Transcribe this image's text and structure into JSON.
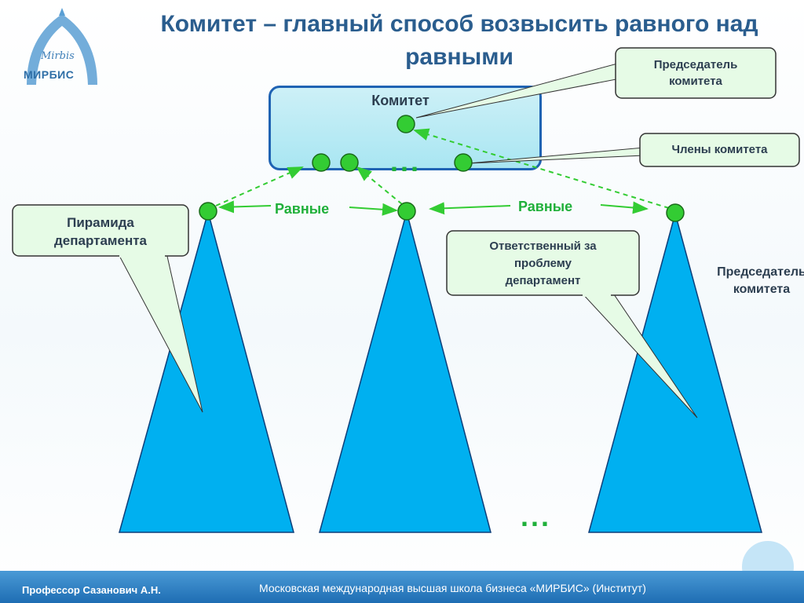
{
  "title": "Комитет – главный способ возвысить равного над равными",
  "logo": {
    "script": "Mirbis",
    "name": "МИРБИС"
  },
  "committee": {
    "label": "Комитет",
    "dots": "..."
  },
  "callouts": {
    "chairman": [
      "Председатель",
      "комитета"
    ],
    "members": "Члены комитета",
    "pyramid": [
      "Пирамида",
      "департамента"
    ],
    "responsible": [
      "Ответственный за",
      "проблему",
      "департамент"
    ]
  },
  "peers_label_left": "Равные",
  "peers_label_right": "Равные",
  "side_label": [
    "Председатель",
    "комитета"
  ],
  "bottom_dots": "...",
  "footer": {
    "author": "Профессор Сазанович А.Н.",
    "school": "Московская международная высшая школа бизнеса «МИРБИС» (Институт)"
  },
  "colors": {
    "pyramid": "#00b0f0",
    "node": "#33cc33",
    "callout_fill": "#e6fbe6",
    "title": "#2a5d8e"
  }
}
